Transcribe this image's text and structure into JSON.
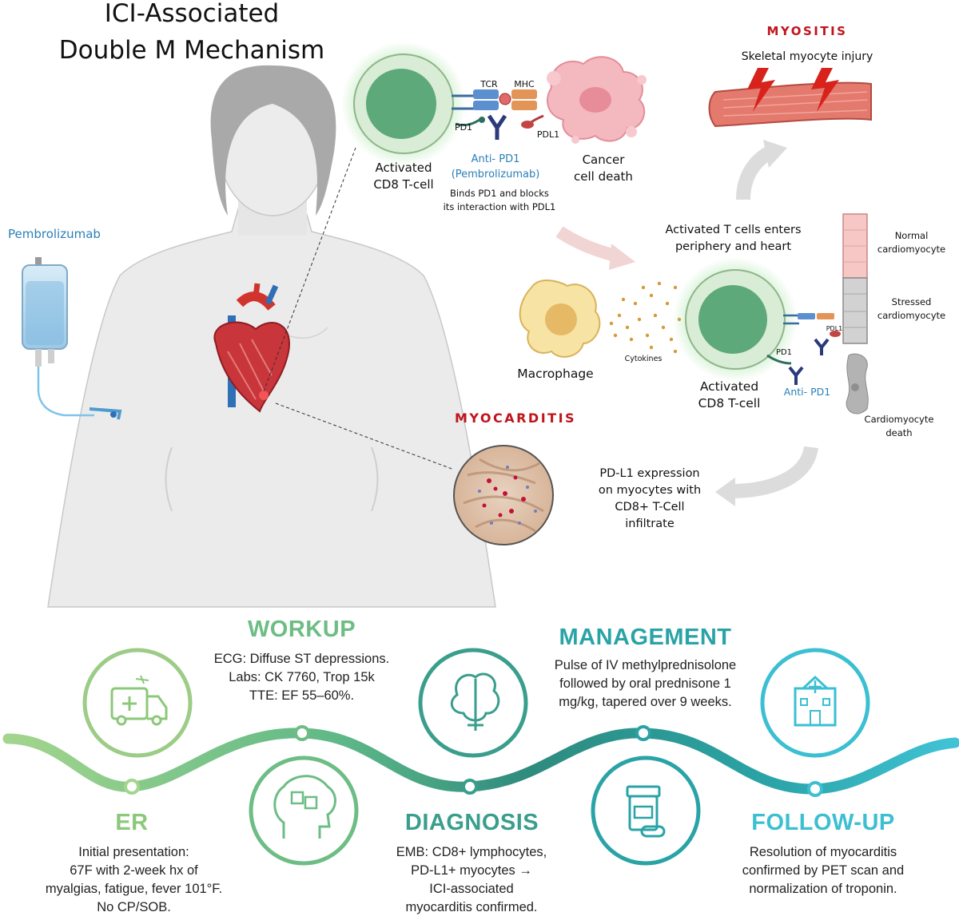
{
  "title": {
    "line1": "ICI-Associated",
    "line2": "Double M Mechanism"
  },
  "colors": {
    "myositis_red": "#c0141c",
    "drug_blue": "#2a7fb8",
    "er_green": "#8cc87a",
    "workup_green": "#6dbd85",
    "diagnosis_teal": "#3a9e8c",
    "management_teal": "#2aa3a7",
    "followup_cyan": "#3bbfd1"
  },
  "drug": {
    "label": "Pembrolizumab"
  },
  "top_cell": {
    "tcr": "TCR",
    "mhc": "MHC",
    "pd1": "PD1",
    "pdl1": "PDL1",
    "cell_label": [
      "Activated",
      "CD8 T-cell"
    ],
    "anti_pd1": [
      "Anti- PD1",
      "(Pembrolizumab)"
    ],
    "anti_desc": [
      "Binds PD1 and blocks",
      "its interaction with PDL1"
    ],
    "cancer": [
      "Cancer",
      "cell death"
    ]
  },
  "myositis": {
    "heading": "MYOSITIS",
    "subtitle": "Skeletal myocyte injury"
  },
  "periphery": {
    "text": [
      "Activated T cells enters",
      "periphery and heart"
    ]
  },
  "cardio": {
    "normal": [
      "Normal",
      "cardiomyocyte"
    ],
    "stressed": [
      "Stressed",
      "cardiomyocyte"
    ],
    "death": [
      "Cardiomyocyte",
      "death"
    ],
    "pdl1": "PDL1"
  },
  "mid_cell": {
    "macrophage": "Macrophage",
    "cytokines": "Cytokines",
    "pd1": "PD1",
    "anti_pd1": "Anti- PD1",
    "cell_label": [
      "Activated",
      "CD8 T-cell"
    ]
  },
  "myocarditis": {
    "heading": "MYOCARDITIS",
    "text": [
      "PD-L1 expression",
      "on myocytes with",
      "CD8+ T-Cell",
      "infiltrate"
    ]
  },
  "icons": [
    "ambulance-icon",
    "brain-puzzle-icon",
    "brain-icon",
    "pill-bottle-icon",
    "hospital-icon"
  ],
  "timeline": [
    {
      "key": "er",
      "title": "ER",
      "lines": [
        "Initial presentation:",
        "67F with 2-week hx of",
        "myalgias, fatigue, fever 101°F.",
        "No CP/SOB."
      ]
    },
    {
      "key": "workup",
      "title": "WORKUP",
      "lines": [
        "ECG: Diffuse ST depressions.",
        "Labs: CK 7760, Trop 15k",
        "TTE: EF 55–60%."
      ]
    },
    {
      "key": "diagnosis",
      "title": "DIAGNOSIS",
      "lines": [
        "EMB: CD8+ lymphocytes,",
        "PD-L1+ myocytes →",
        "ICI-associated",
        "myocarditis confirmed."
      ]
    },
    {
      "key": "management",
      "title": "MANAGEMENT",
      "lines": [
        "Pulse of IV methylprednisolone",
        "followed by oral prednisone 1",
        "mg/kg, tapered over 9 weeks."
      ]
    },
    {
      "key": "followup",
      "title": "FOLLOW-UP",
      "lines": [
        "Resolution of myocarditis",
        "confirmed by PET scan and",
        "normalization of troponin."
      ]
    }
  ]
}
